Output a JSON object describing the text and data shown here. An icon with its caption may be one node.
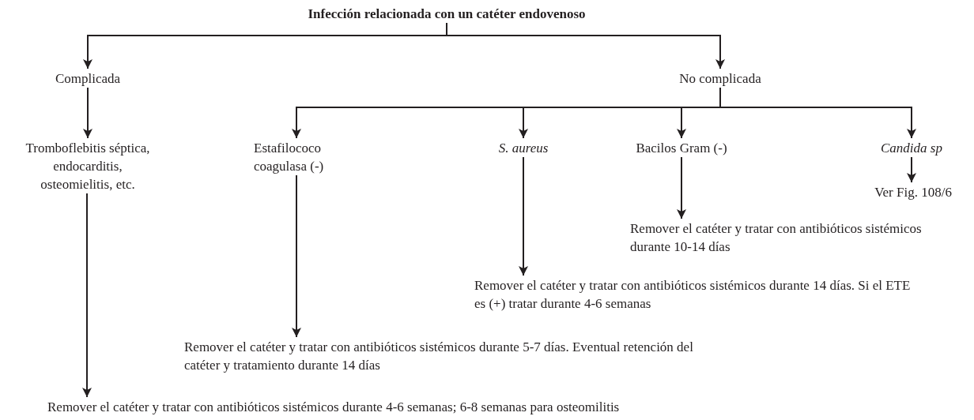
{
  "diagram": {
    "nodes": [
      {
        "text": [
          "Infección relacionada con un catéter endovenoso"
        ]
      },
      {
        "text": [
          "Complicada"
        ]
      },
      {
        "text": [
          "No complicada"
        ]
      },
      {
        "text": [
          "Tromboflebitis séptica, endocarditis, osteomielitis, etc."
        ]
      },
      {
        "text": [
          "Estafilococo coagulasa (-)"
        ]
      },
      {
        "text": [
          "S. aureus"
        ]
      },
      {
        "text": [
          "Bacilos Gram (-)"
        ]
      },
      {
        "text": [
          "Candida sp"
        ]
      },
      {
        "text": [
          "Ver Fig. 108/6"
        ]
      },
      {
        "text": [
          "Remover el catéter y tratar con antibióticos sistémicos durante 10-14 días"
        ]
      },
      {
        "text": [
          "Remover el catéter y tratar con antibióticos sistémicos durante 14 días. Si el ETE es (+) tratar durante 4-6 semanas"
        ]
      },
      {
        "text": [
          "Remover el catéter y tratar con antibióticos sistémicos durante 5-7 días. Eventual retención del catéter y tratamiento durante 14 días"
        ]
      },
      {
        "text": [
          "Remover el catéter y tratar con antibióticos sistémicos durante 4-6 semanas; 6-8 semanas para osteomilitis"
        ]
      }
    ],
    "edges": [
      {
        "from": 0,
        "to": 1,
        "arrow": "to"
      },
      {
        "from": 0,
        "to": 2,
        "arrow": "to"
      },
      {
        "from": 1,
        "to": 3,
        "arrow": "to"
      },
      {
        "from": 2,
        "to": 4,
        "arrow": "to"
      },
      {
        "from": 2,
        "to": 5,
        "arrow": "to"
      },
      {
        "from": 2,
        "to": 6,
        "arrow": "to"
      },
      {
        "from": 2,
        "to": 7,
        "arrow": "to"
      },
      {
        "from": 7,
        "to": 8,
        "arrow": "to"
      },
      {
        "from": 6,
        "to": 9,
        "arrow": "to"
      },
      {
        "from": 5,
        "to": 10,
        "arrow": "to"
      },
      {
        "from": 4,
        "to": 11,
        "arrow": "to"
      },
      {
        "from": 3,
        "to": 12,
        "arrow": "to"
      }
    ]
  }
}
